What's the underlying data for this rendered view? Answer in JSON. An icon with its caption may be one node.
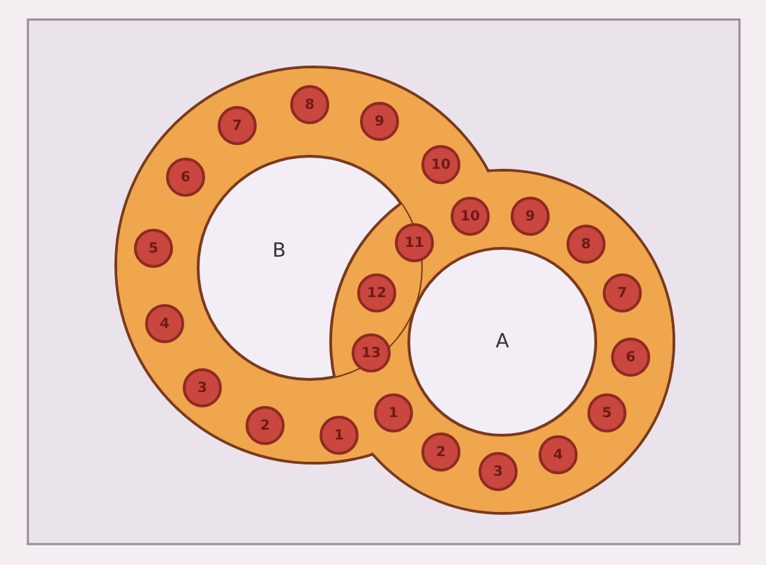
{
  "diagram": {
    "nodes": [
      {
        "text": [
          "7"
        ]
      },
      {
        "text": [
          "8"
        ]
      },
      {
        "text": [
          "9"
        ]
      },
      {
        "text": [
          "6"
        ]
      },
      {
        "text": [
          "10"
        ]
      },
      {
        "text": [
          "10"
        ]
      },
      {
        "text": [
          "9"
        ]
      },
      {
        "text": [
          "5"
        ]
      },
      {
        "text": [
          "11"
        ]
      },
      {
        "text": [
          "8"
        ]
      },
      {
        "text": [
          "12"
        ]
      },
      {
        "text": [
          "4"
        ]
      },
      {
        "text": [
          "13"
        ]
      },
      {
        "text": [
          "7"
        ]
      },
      {
        "text": [
          "6"
        ]
      },
      {
        "text": [
          "3"
        ]
      },
      {
        "text": [
          "1"
        ]
      },
      {
        "text": [
          "5"
        ]
      },
      {
        "text": [
          "2"
        ]
      },
      {
        "text": [
          "1"
        ]
      },
      {
        "text": [
          "2"
        ]
      },
      {
        "text": [
          "4"
        ]
      },
      {
        "text": [
          "3"
        ]
      }
    ],
    "labels": [
      "B",
      "A"
    ]
  }
}
